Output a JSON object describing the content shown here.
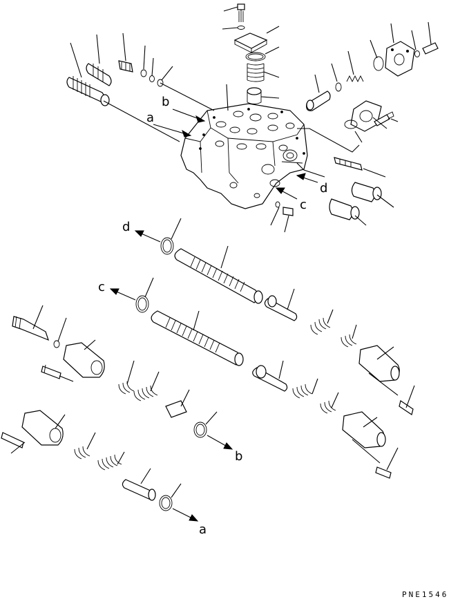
{
  "figure": {
    "code": "PNE1546",
    "ref_labels": {
      "a_top": "a",
      "b_top": "b",
      "c_top": "c",
      "d_top": "d",
      "d_mid": "d",
      "c_mid": "c",
      "b_bot": "b",
      "a_bot": "a"
    }
  }
}
